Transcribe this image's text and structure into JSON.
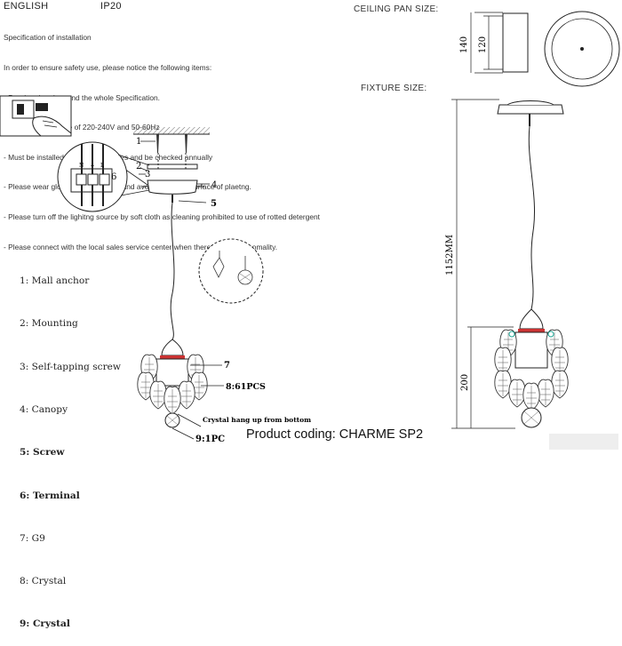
{
  "header": {
    "lang": "ENGLISH",
    "ip": "IP20",
    "ceiling_pan": "CEILING PAN  SIZE:",
    "fixture": "FIXTURE SIZE:"
  },
  "spec_lines": [
    "Specification of installation",
    "In order to ensure safety use, please notice the following items:",
    "- Read and understand the whole Specification.",
    "- Suitable for the use of 220-240V and 50-60Hz",
    "- Must be installed on the fixed places and be checked annually",
    "- Please wear gloves as installment and avoid rot on the surface of plaetng.",
    "- Please turn off the lighitng source by soft cloth as cleaning prohibited to use of rotted detergent",
    "- Please connect with the local sales service center when there are any abnomality."
  ],
  "legend": [
    {
      "text": "1: Mall anchor",
      "bold": false
    },
    {
      "text": "2: Mounting",
      "bold": false
    },
    {
      "text": "3: Self-tapping screw",
      "bold": false
    },
    {
      "text": "4: Canopy",
      "bold": false
    },
    {
      "text": "5: Screw",
      "bold": true
    },
    {
      "text": "6: Terminal",
      "bold": true
    },
    {
      "text": "7: G9",
      "bold": false
    },
    {
      "text": "8: Crystal",
      "bold": false
    },
    {
      "text": "9: Crystal",
      "bold": true
    }
  ],
  "callouts": {
    "n1": "1",
    "n2": "2",
    "n3": "3",
    "n4": "4",
    "n5": "5",
    "n6": "6",
    "n7": "7",
    "n8": "8:61PCS",
    "n9": "9:1PC",
    "hang": "Crystal hang up from bottom"
  },
  "terminal_labels": {
    "n": "N",
    "ground": "⏚",
    "l": "L"
  },
  "dimensions": {
    "pan_height": "140",
    "pan_inner": "120",
    "fixture_height": "1152MM",
    "body_height": "200"
  },
  "product_coding": "Product coding: CHARME SP2"
}
